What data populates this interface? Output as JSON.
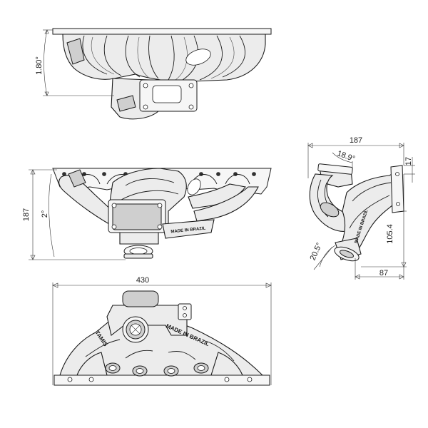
{
  "dimensions": {
    "top_view_height": "1.80°",
    "front_height": "187",
    "front_angle": "2°",
    "front_width": "430",
    "side_width": "187",
    "side_angle_top": "18.9°",
    "side_offset_top": "17",
    "side_height": "105.4",
    "side_angle_bottom": "20.5°",
    "side_offset_bottom": "87"
  },
  "embossing": {
    "made_in": "MADE IN BRAZIL",
    "brand": "TAMIS"
  }
}
